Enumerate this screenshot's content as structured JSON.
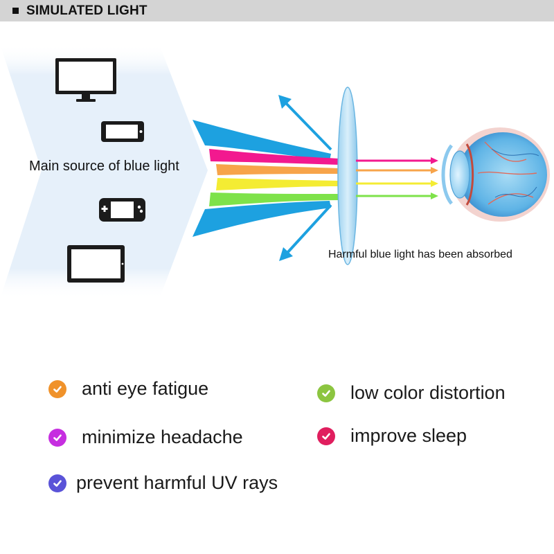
{
  "header": {
    "title": "SIMULATED LIGHT"
  },
  "diagram": {
    "source_label": "Main source of blue light",
    "absorbed_label": "Harmful blue light has been absorbed",
    "devices": [
      "monitor-icon",
      "smartphone-icon",
      "game-console-icon",
      "tablet-icon"
    ],
    "lens": "lens-icon",
    "eye": "eyeball-icon",
    "ray_colors": {
      "blue": "#1da1e0",
      "magenta": "#f2198f",
      "orange": "#f7a44a",
      "yellow": "#f4ec33",
      "green": "#7ee24a"
    },
    "panel_color": "#e6f0fa"
  },
  "benefits": [
    {
      "label": "anti eye fatigue",
      "icon": "check-icon",
      "color": "#f0922a"
    },
    {
      "label": "low color distortion",
      "icon": "check-icon",
      "color": "#8cc540"
    },
    {
      "label": "minimize headache",
      "icon": "check-icon",
      "color": "#c62ee0"
    },
    {
      "label": "improve sleep",
      "icon": "check-icon",
      "color": "#e01e5e"
    },
    {
      "label": "prevent harmful UV rays",
      "icon": "check-icon",
      "color": "#5a53d8"
    }
  ]
}
